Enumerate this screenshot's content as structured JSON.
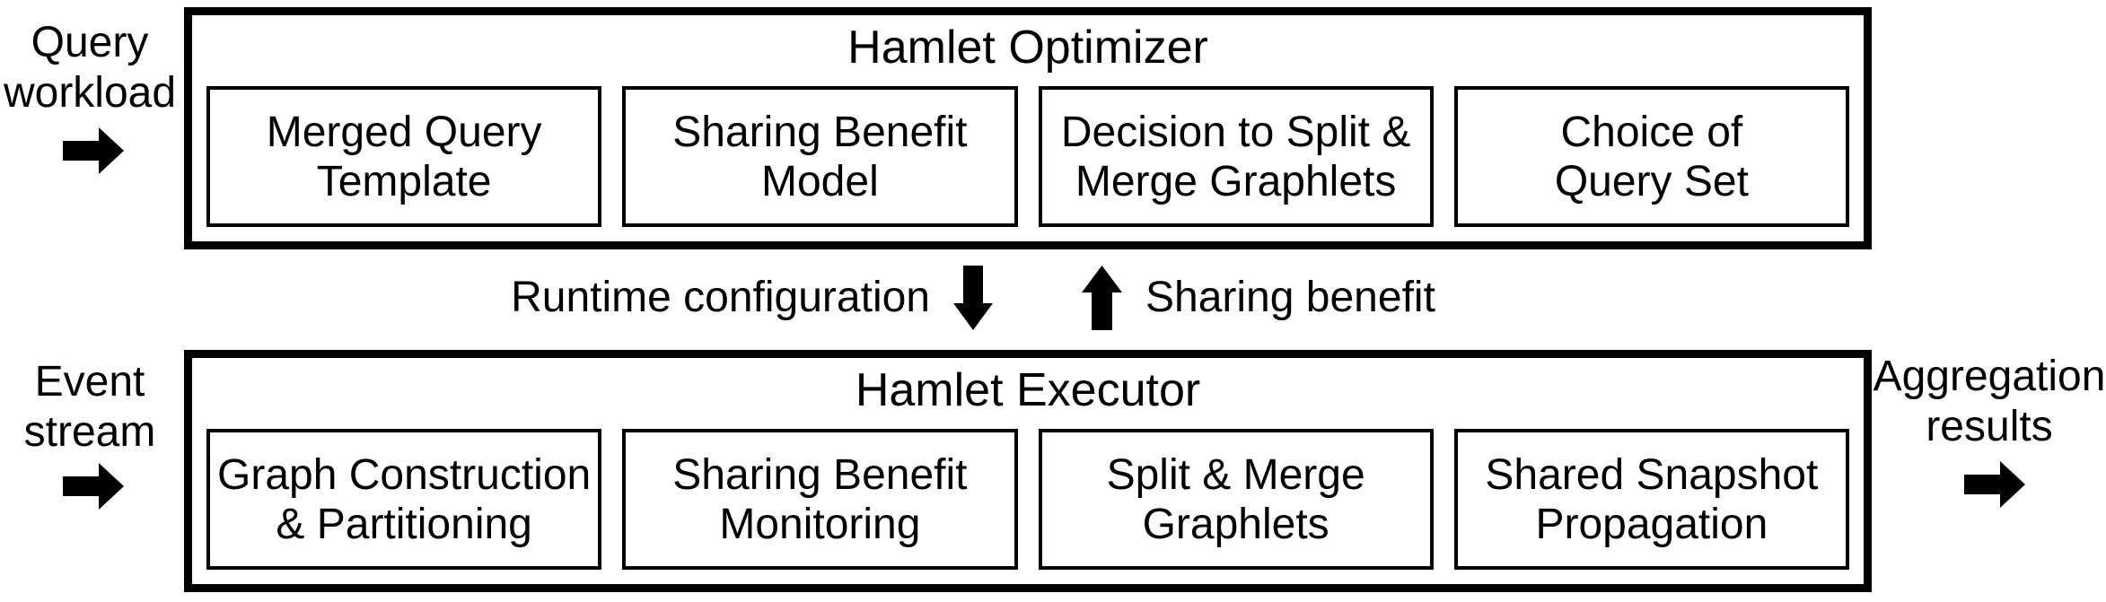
{
  "colors": {
    "ink": "#000000",
    "paper": "#ffffff"
  },
  "labels": {
    "query_workload": {
      "line1": "Query",
      "line2": "workload",
      "icon": "right-arrow"
    },
    "event_stream": {
      "line1": "Event",
      "line2": "stream",
      "icon": "right-arrow"
    },
    "aggregation_results": {
      "line1": "Aggregation",
      "line2": "results",
      "icon": "right-arrow"
    },
    "runtime_configuration": {
      "text": "Runtime configuration",
      "icon": "down-arrow"
    },
    "sharing_benefit": {
      "text": "Sharing benefit",
      "icon": "up-arrow"
    }
  },
  "optimizer": {
    "title": "Hamlet Optimizer",
    "modules": [
      {
        "line1": "Merged Query",
        "line2": "Template"
      },
      {
        "line1": "Sharing Benefit",
        "line2": "Model"
      },
      {
        "line1": "Decision to Split &",
        "line2": "Merge Graphlets"
      },
      {
        "line1": "Choice of",
        "line2": "Query Set"
      }
    ]
  },
  "executor": {
    "title": "Hamlet Executor",
    "modules": [
      {
        "line1": "Graph Construction",
        "line2": "& Partitioning"
      },
      {
        "line1": "Sharing Benefit",
        "line2": "Monitoring"
      },
      {
        "line1": "Split & Merge",
        "line2": "Graphlets"
      },
      {
        "line1": "Shared Snapshot",
        "line2": "Propagation"
      }
    ]
  }
}
